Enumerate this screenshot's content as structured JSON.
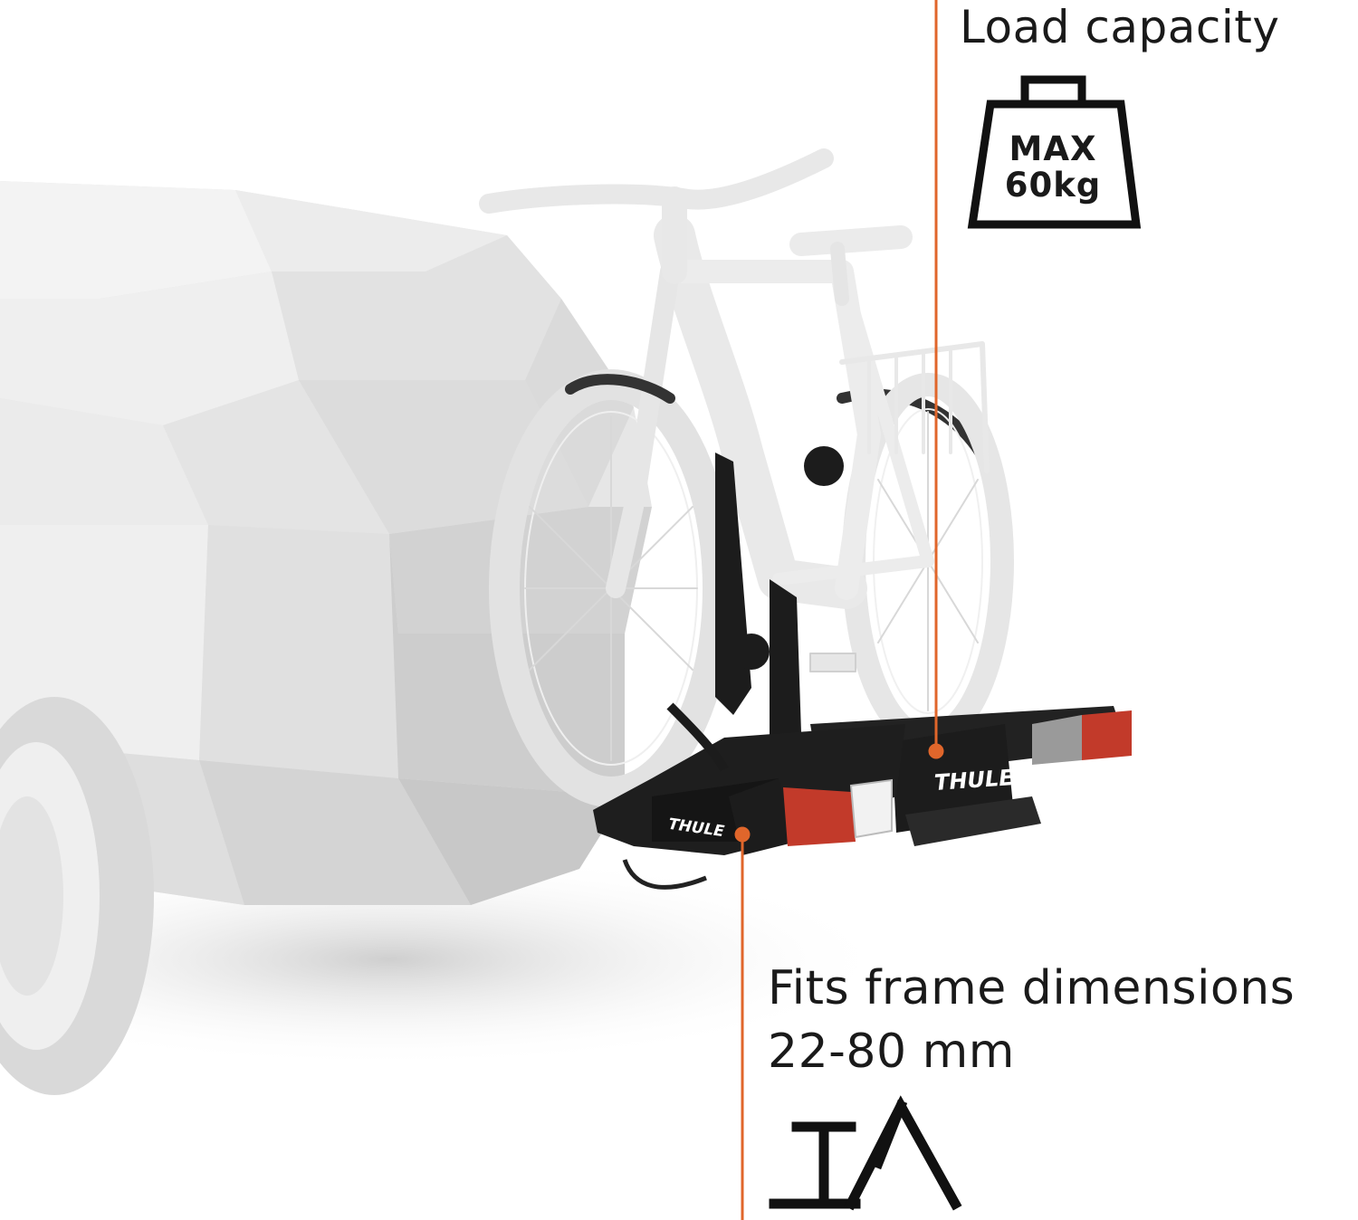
{
  "callouts": {
    "load_capacity": {
      "title": "Load capacity",
      "weight_max": "MAX",
      "weight_value": "60kg",
      "icon": "weight-icon"
    },
    "frame_fit": {
      "title": "Fits frame dimensions",
      "range": "22-80 mm",
      "icon": "frame-clamp-icon"
    }
  },
  "branding": {
    "front_logo": "THULE",
    "back_logo": "THULE"
  },
  "colors": {
    "accent_line": "#e0662b",
    "text": "#1a1a1a",
    "carrier": "#1c1c1c",
    "tail_light": "#c23a2a"
  }
}
